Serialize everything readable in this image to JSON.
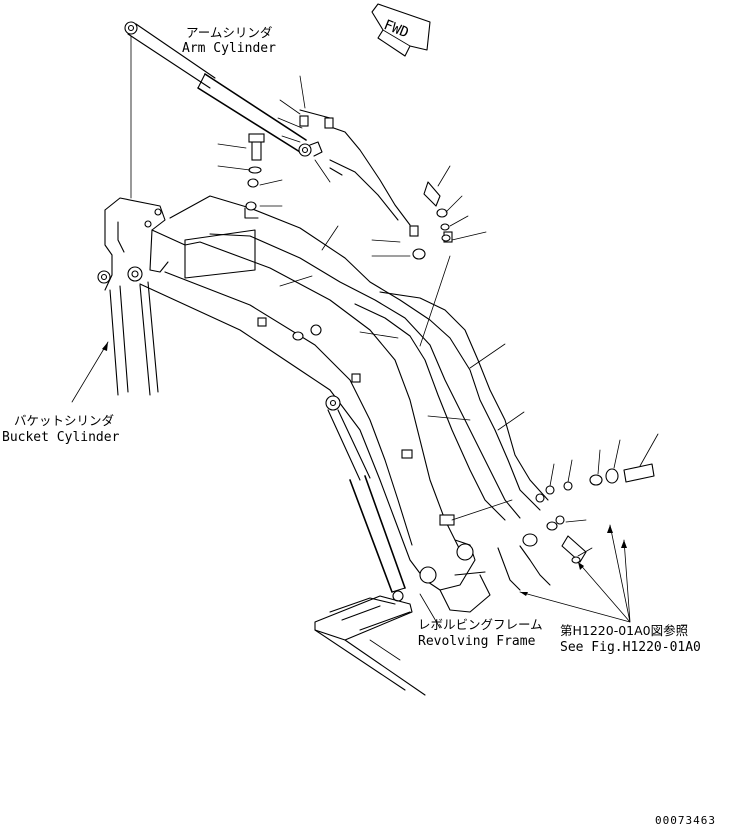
{
  "labels": {
    "arm_cylinder_jp": "アームシリンダ",
    "arm_cylinder_en": "Arm Cylinder",
    "bucket_cylinder_jp": "バケットシリンダ",
    "bucket_cylinder_en": "Bucket Cylinder",
    "revolving_frame_jp": "レボルビングフレーム",
    "revolving_frame_en": "Revolving Frame",
    "see_fig_jp": "第H1220-01A0図参照",
    "see_fig_en": "See Fig.H1220-01A0",
    "fwd": "FWD",
    "drawing_number": "00073463"
  }
}
